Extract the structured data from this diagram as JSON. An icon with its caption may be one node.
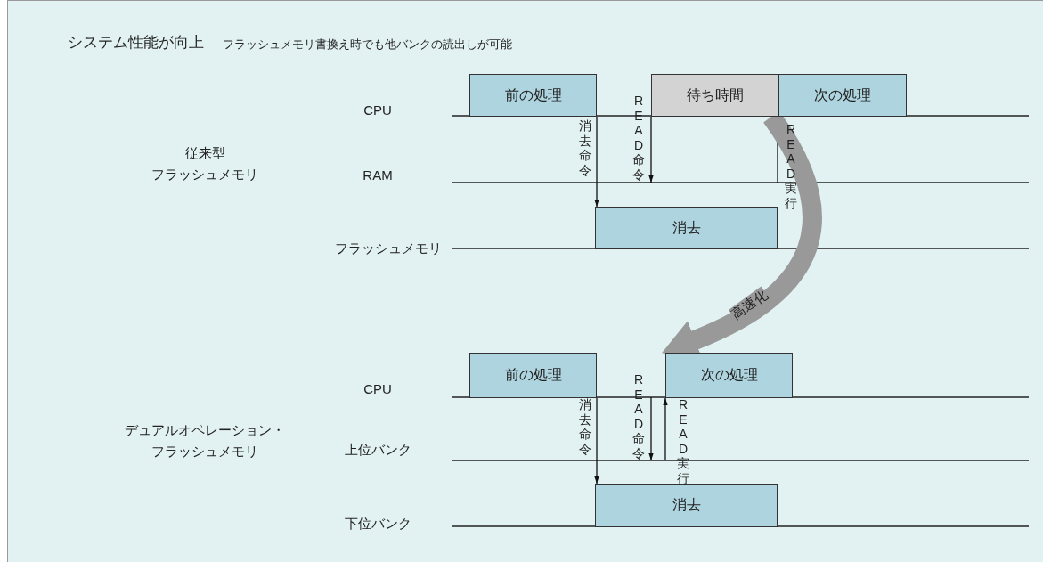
{
  "diagram": {
    "title": "システム性能が向上",
    "nodes": [
      {
        "text": [
          "前の処理"
        ]
      },
      {
        "text": [
          "待ち時間"
        ]
      },
      {
        "text": [
          "次の処理"
        ]
      },
      {
        "text": [
          "消去"
        ]
      },
      {
        "text": [
          "前の処理"
        ]
      },
      {
        "text": [
          "次の処理"
        ]
      },
      {
        "text": [
          "消去"
        ]
      }
    ],
    "edges": [
      {
        "from": 0,
        "to": 3,
        "arrow": "to",
        "label": "消去命令"
      },
      {
        "from": null,
        "to": 2,
        "arrow": "to",
        "label": "READ実行"
      },
      {
        "from": 1,
        "to": 5,
        "arrow": "to",
        "label": "高速化",
        "style": "thick",
        "color": "#999999"
      },
      {
        "from": 4,
        "to": 6,
        "arrow": "to",
        "label": "消去命令"
      },
      {
        "from": null,
        "to": 5,
        "arrow": "to",
        "label": "READ実行"
      }
    ],
    "labels": [
      "フラッシュメモリ書換え時でも他バンクの読出しが可能",
      "CPU",
      "READ命令",
      "従来型フラッシュメモリ",
      "RAM",
      "フラッシュメモリ",
      "CPU",
      "READ命令",
      "デュアルオペレーション・フラッシュメモリ",
      "上位バンク",
      "下位バンク"
    ]
  }
}
